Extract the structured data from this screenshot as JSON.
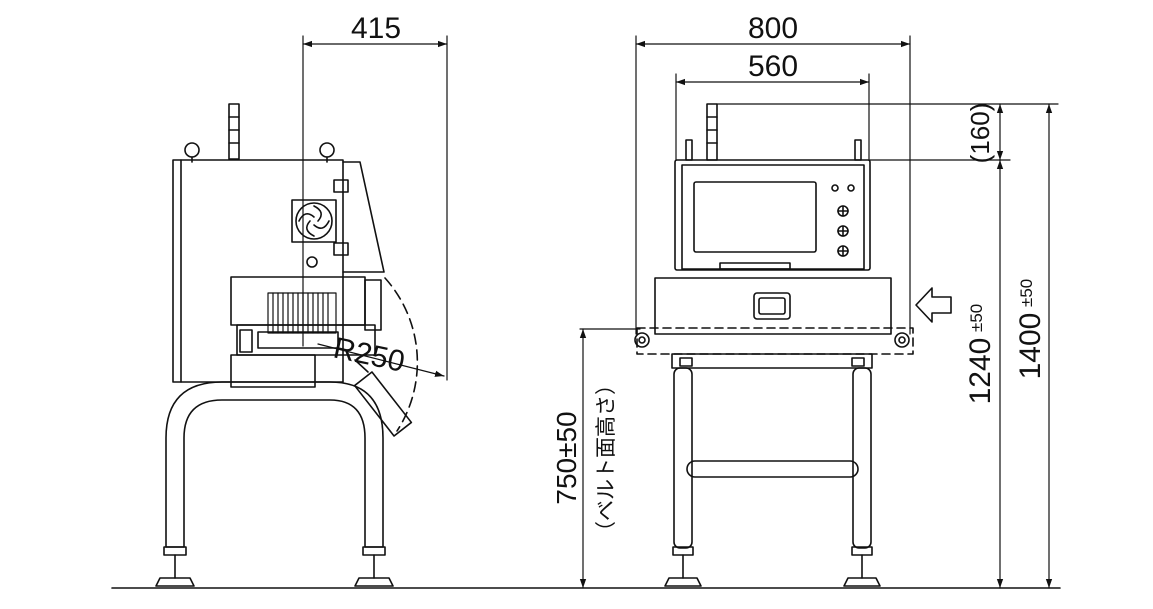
{
  "side_view": {
    "depth": "415",
    "radius": "R250"
  },
  "front_view": {
    "overall_width": "800",
    "inner_width": "560",
    "top_extension": "(160)",
    "belt_height_value": "750±50",
    "belt_height_note": "（ベルト面高さ）",
    "mid_height_value": "1240",
    "mid_height_tol": "±50",
    "total_height_value": "1400",
    "total_height_tol": "±50"
  },
  "flow_direction_icon": "left-arrow-icon"
}
